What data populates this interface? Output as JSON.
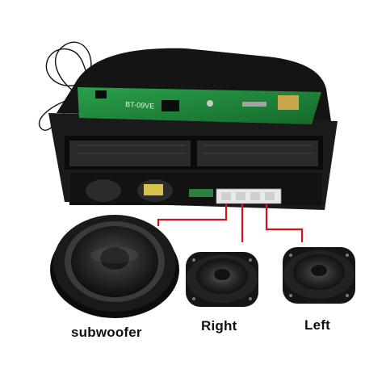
{
  "labels": {
    "subwoofer": "subwoofer",
    "right": "Right",
    "left": "Left"
  },
  "pcb_text": "BT-09VE",
  "colors": {
    "wire": "#d4141c",
    "pcb": "#1f8a3a",
    "chassis": "#141414",
    "cone": "#2a2a2a"
  }
}
